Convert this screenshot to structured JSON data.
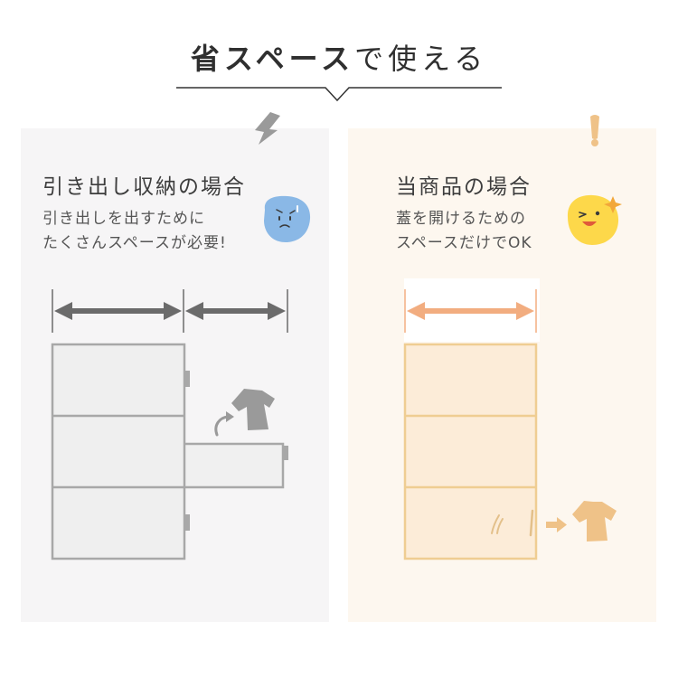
{
  "title": {
    "bold": "省スペース",
    "rest": "で使える"
  },
  "left_panel": {
    "heading": "引き出し収納の場合",
    "desc_line1": "引き出しを出すために",
    "desc_line2": "たくさんスペースが必要!",
    "icons": [
      "lightning-icon",
      "worried-face-icon",
      "tshirt-icon",
      "curved-arrow-icon"
    ]
  },
  "right_panel": {
    "heading": "当商品の場合",
    "desc_line1": "蓋を開けるための",
    "desc_line2": "スペースだけでOK",
    "icons": [
      "exclamation-icon",
      "happy-face-icon",
      "tshirt-icon",
      "right-arrow-icon"
    ]
  },
  "colors": {
    "left_bg": "#f6f5f6",
    "right_bg": "#fdf7ef",
    "gray": "#a8a8a8",
    "dark_arrow": "#6b6b6b",
    "orange": "#f2ad80",
    "tan": "#efcd92",
    "blue_face": "#8ab8e6",
    "yellow_face": "#fdd84a"
  }
}
